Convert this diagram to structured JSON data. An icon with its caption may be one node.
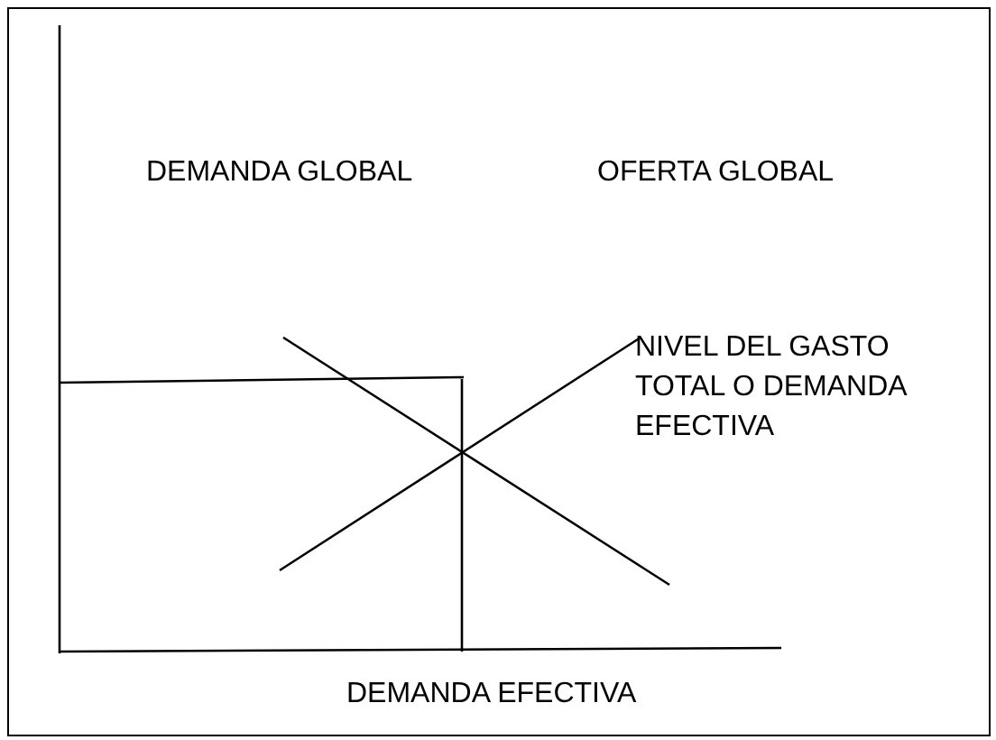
{
  "diagram": {
    "labels": [
      "DEMANDA GLOBAL",
      "OFERTA GLOBAL",
      "NIVEL DEL GASTO TOTAL O DEMANDA EFECTIVA",
      "DEMANDA EFECTIVA"
    ]
  }
}
